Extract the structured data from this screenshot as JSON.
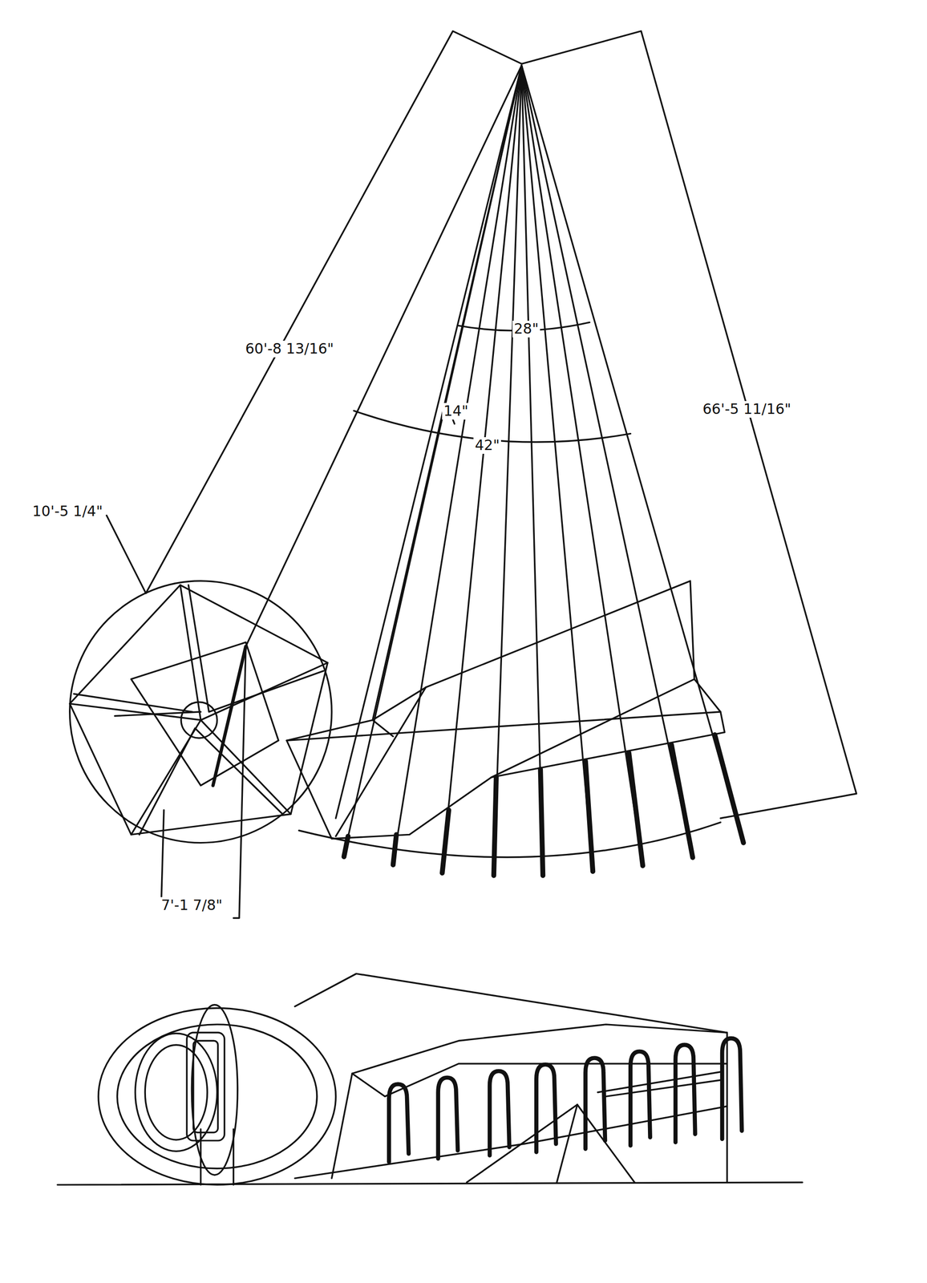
{
  "diagram": {
    "labels": [
      "60'-8 13/16\"",
      "28\"",
      "14\"",
      "42\"",
      "66'-5 11/16\"",
      "10'-5 1/4\"",
      "7'-1 7/8\""
    ]
  }
}
